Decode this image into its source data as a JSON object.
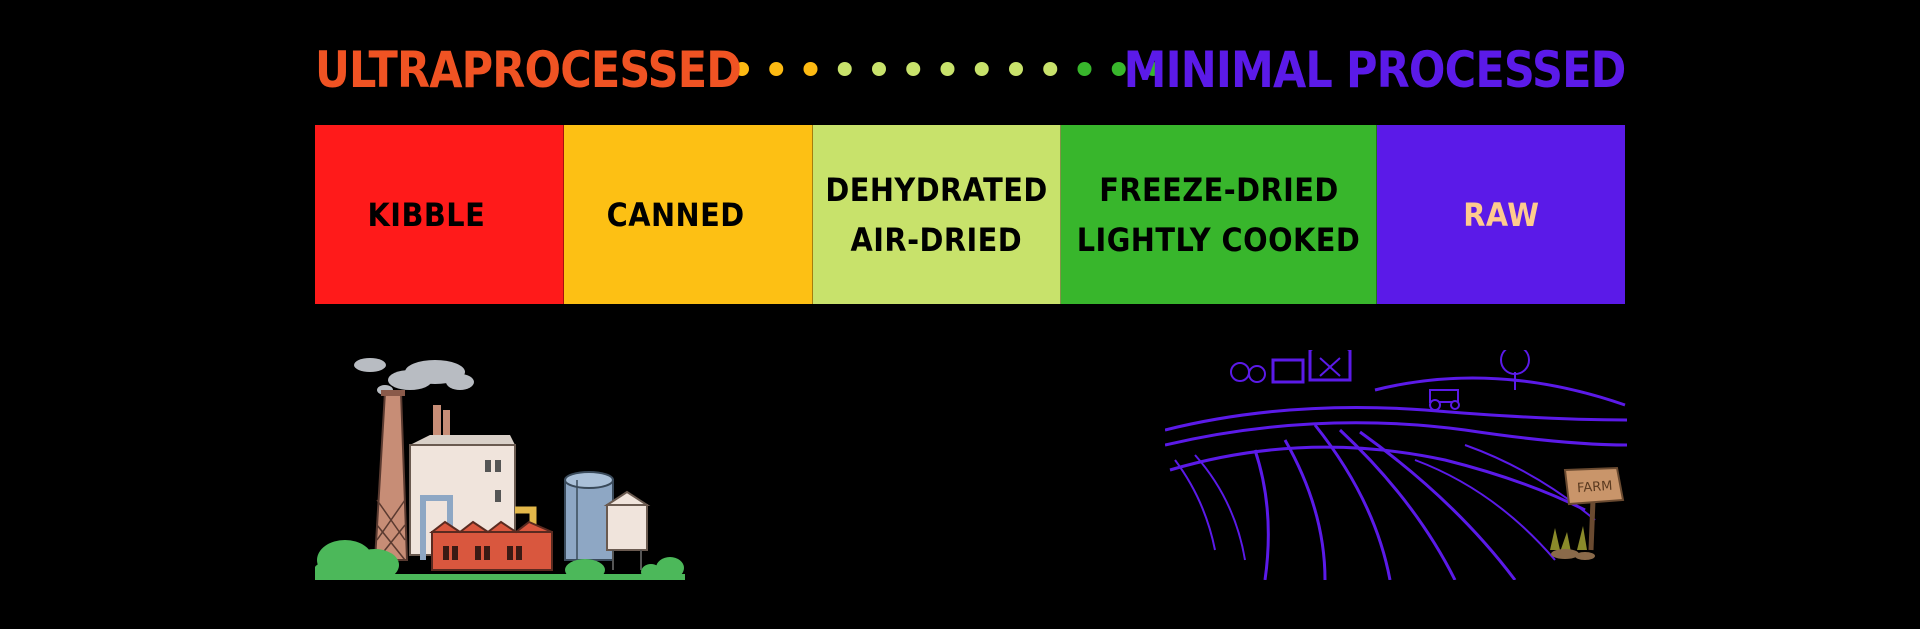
{
  "header": {
    "left_title": "ULTRAPROCESSED",
    "right_title": "MINIMAL PROCESSED",
    "left_color": "#F05323",
    "right_color": "#5B1AE8",
    "dot_colors": [
      "#FDBA12",
      "#FDBA12",
      "#FDBA12",
      "#C8E26B",
      "#C8E26B",
      "#C8E26B",
      "#C8E26B",
      "#C8E26B",
      "#C8E26B",
      "#C8E26B",
      "#38B62C",
      "#38B62C",
      "#38B62C"
    ]
  },
  "categories": [
    {
      "lines": [
        "KIBBLE"
      ],
      "bg": "#FF1A1A",
      "fg": "#000000"
    },
    {
      "lines": [
        "CANNED"
      ],
      "bg": "#FDC014",
      "fg": "#000000"
    },
    {
      "lines": [
        "DEHYDRATED",
        "AIR-DRIED"
      ],
      "bg": "#C8E26B",
      "fg": "#000000"
    },
    {
      "lines": [
        "FREEZE-DRIED",
        "LIGHTLY COOKED"
      ],
      "bg": "#38B62C",
      "fg": "#000000"
    },
    {
      "lines": [
        "RAW"
      ],
      "bg": "#5B1AE8",
      "fg": "#FFCB8E"
    }
  ],
  "illustrations": {
    "left": "factory-illustration",
    "right": "farm-illustration",
    "sign_text": "FARM"
  }
}
